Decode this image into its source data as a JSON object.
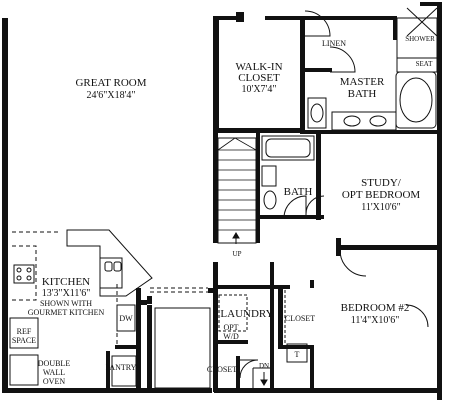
{
  "rooms": {
    "great_room": {
      "name": "GREAT ROOM",
      "dims": "24'6\"X18'4\""
    },
    "walk_in_closet": {
      "line1": "WALK-IN",
      "line2": "CLOSET",
      "dims": "10'X7'4\""
    },
    "linen": "LINEN",
    "shower": "SHOWER",
    "seat": "SEAT",
    "master_bath": {
      "line1": "MASTER",
      "line2": "BATH"
    },
    "study": {
      "line1": "STUDY/",
      "line2": "OPT BEDROOM",
      "dims": "11'X10'6\""
    },
    "bath": "BATH",
    "up": "UP",
    "kitchen": {
      "name": "KITCHEN",
      "dims": "13'3\"X11'6\"",
      "note1": "SHOWN WITH",
      "note2": "GOURMET KITCHEN"
    },
    "dw": "DW",
    "laundry": "LAUNDRY",
    "opt_wd": {
      "line1": "OPT",
      "line2": "W/D"
    },
    "closet_bedroom": "CLOSET",
    "bedroom2": {
      "name": "BEDROOM #2",
      "dims": "11'4\"X10'6\""
    },
    "ref_space": {
      "line1": "REF",
      "line2": "SPACE"
    },
    "double_wall_oven": {
      "line1": "DOUBLE",
      "line2": "WALL",
      "line3": "OVEN"
    },
    "pantry": "PANTRY",
    "closet_laundry": "CLOSET",
    "dn": "DN",
    "t": "T"
  }
}
